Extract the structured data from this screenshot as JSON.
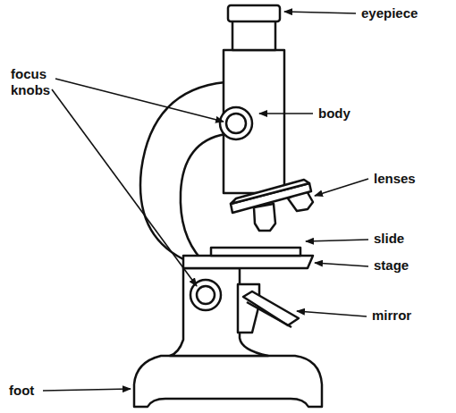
{
  "diagram": {
    "labels": [
      "eyepiece",
      "focus knobs",
      "body",
      "lenses",
      "slide",
      "stage",
      "mirror",
      "foot"
    ]
  }
}
